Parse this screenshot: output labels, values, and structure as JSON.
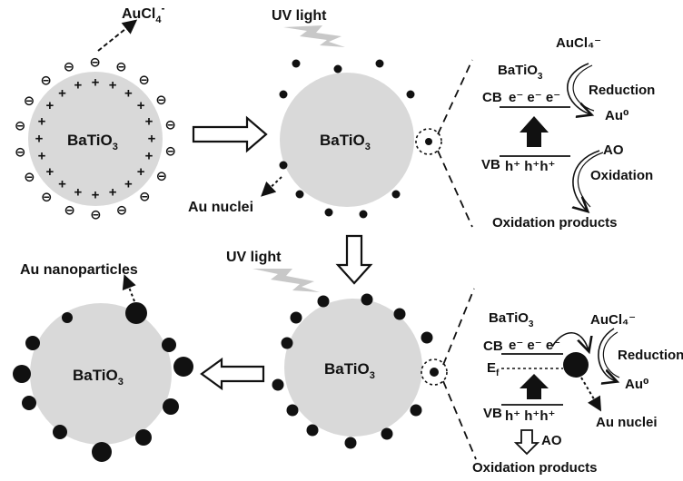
{
  "colors": {
    "particle_fill": "#d9d9d9",
    "ink": "#111111",
    "light_beam": "#9a9a9a"
  },
  "core_label": {
    "main": "BaTiO",
    "sub": "3"
  },
  "panel1": {
    "precursor": {
      "main": "AuCl",
      "sub": "4",
      "sup": "-"
    },
    "positive_charge": "+",
    "negative_ion": "⊖"
  },
  "panel2": {
    "uv_label": "UV light",
    "nuclei_label": "Au nuclei"
  },
  "panel3": {
    "uv_label": "UV light"
  },
  "panel4": {
    "nanoparticles_label": "Au nanoparticles"
  },
  "mech_top": {
    "cb": "CB",
    "vb": "VB",
    "electrons": "e⁻ e⁻ e⁻",
    "holes": "h⁺ h⁺h⁺",
    "precursor": "AuCl₄⁻",
    "reduction": "Reduction",
    "au0": "Au⁰",
    "ao": "AO",
    "oxidation": "Oxidation",
    "products": "Oxidation products"
  },
  "mech_bottom": {
    "cb": "CB",
    "vb": "VB",
    "ef": "E",
    "ef_sub": "f",
    "electrons": "e⁻ e⁻ e⁻",
    "holes": "h⁺ h⁺h⁺",
    "precursor": "AuCl₄⁻",
    "reduction": "Reduction",
    "au0": "Au⁰",
    "nuclei": "Au nuclei",
    "ao": "AO",
    "products": "Oxidation products"
  }
}
